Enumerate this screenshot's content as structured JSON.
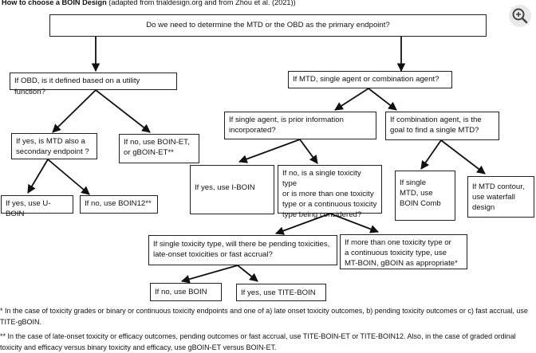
{
  "title": {
    "bold": "How to choose a BOIN Design",
    "rest": " (adapted from trialdesign.org and from Zhou et al. (2021))"
  },
  "nodes": {
    "root": "Do we need to determine the MTD or the OBD as the primary endpoint?",
    "obd": "If OBD, is it defined based on a  utility function?",
    "mtd": "If MTD, single agent or combination agent?",
    "obd_yes": "If yes, is MTD also a\nsecondary endpoint ?",
    "obd_no": "If no, use BOIN-ET,\nor gBOIN-ET**",
    "single": "If single agent, is prior information\nincorporated?",
    "combo": "If combination agent, is the\ngoal to find a single MTD?",
    "use_uboin": "If yes, use U-BOIN",
    "use_boin12": "If no, use BOIN12**",
    "use_iboin": "If yes, use I-BOIN",
    "tox_type": "If no, is a single toxicity type\nor is more than one toxicity\ntype or a continuous toxicity\ntype being considered?",
    "boin_comb": "If single\nMTD, use\nBOIN Comb",
    "waterfall": "If MTD contour,\nuse waterfall\ndesign",
    "single_tox": "If single toxicity type, will there be pending toxicities,\nlate-onset toxicities or fast accrual?",
    "multi_tox": "If more than one toxicity type or\na continuous toxicity type, use\nMT-BOIN, gBOIN as appropriate*",
    "use_boin": "If no, use BOIN",
    "use_tite": "If yes, use TITE-BOIN"
  },
  "footnotes": {
    "note1": "* In the case of toxicity grades or binary or continuous toxicity endpoints and one of a) late onset toxicity outcomes, b) pending toxicity outcomes or c) fast accrual, use TITE-gBOIN.",
    "note2": "** In the case of late-onset toxicity or efficacy outcomes, pending outcomes or fast accrual, use TITE-BOIN-ET or TITE-BOIN12. Also, in the case of graded ordinal toxicity and efficacy versus binary toxicity and efficacy, use gBOIN-ET versus BOIN-ET."
  },
  "icons": {
    "zoom": "zoom-in-icon"
  },
  "colors": {
    "line": "#111111",
    "zoom_bg": "#e9e9e9"
  }
}
